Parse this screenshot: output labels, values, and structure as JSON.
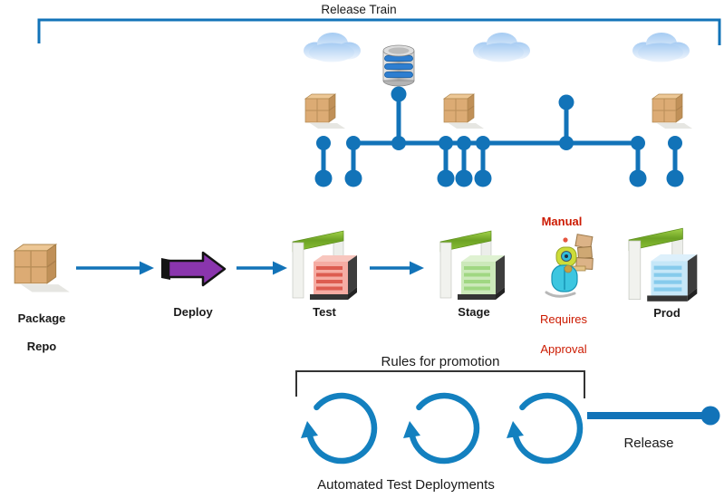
{
  "title": "Release Train",
  "stages": {
    "package_repo": {
      "line1": "Package",
      "line2": "Repo"
    },
    "deploy": "Deploy",
    "test": "Test",
    "stage": "Stage",
    "manual": {
      "label": "Manual",
      "line1": "Requires",
      "line2": "Approval"
    },
    "prod": "Prod"
  },
  "footer": {
    "rules": "Rules for promotion",
    "release": "Release",
    "automated": "Automated Test Deployments"
  },
  "colors": {
    "pipeline_blue": "#1273b8",
    "cycle_blue": "#1380bf",
    "deploy_purple": "#8a35ad",
    "manual_red": "#cc1a00",
    "beam_green": "#7cb02c",
    "test_cube_red": "#f5aca3",
    "stage_cube_green": "#cce9ba",
    "prod_cube_blue": "#c6e7f8",
    "package_tan": "#dcab74",
    "rules_bracket_dark": "#333333"
  },
  "icons": {
    "cloud-icon": "☁",
    "database-icon": "🛢",
    "package-boxes-icon": "📦",
    "flow-arrow-icon": "→",
    "deploy-arrow-icon": "➔",
    "test-environment-icon": "gantry+red-server-cube",
    "stage-environment-icon": "gantry+green-server-cube",
    "prod-environment-icon": "gantry+blue-server-cube",
    "robot-approval-icon": "🤖",
    "cycle-arrow-icon": "⟳",
    "release-endpoint-icon": "●",
    "train-track-graph": "track-with-station-dots"
  }
}
